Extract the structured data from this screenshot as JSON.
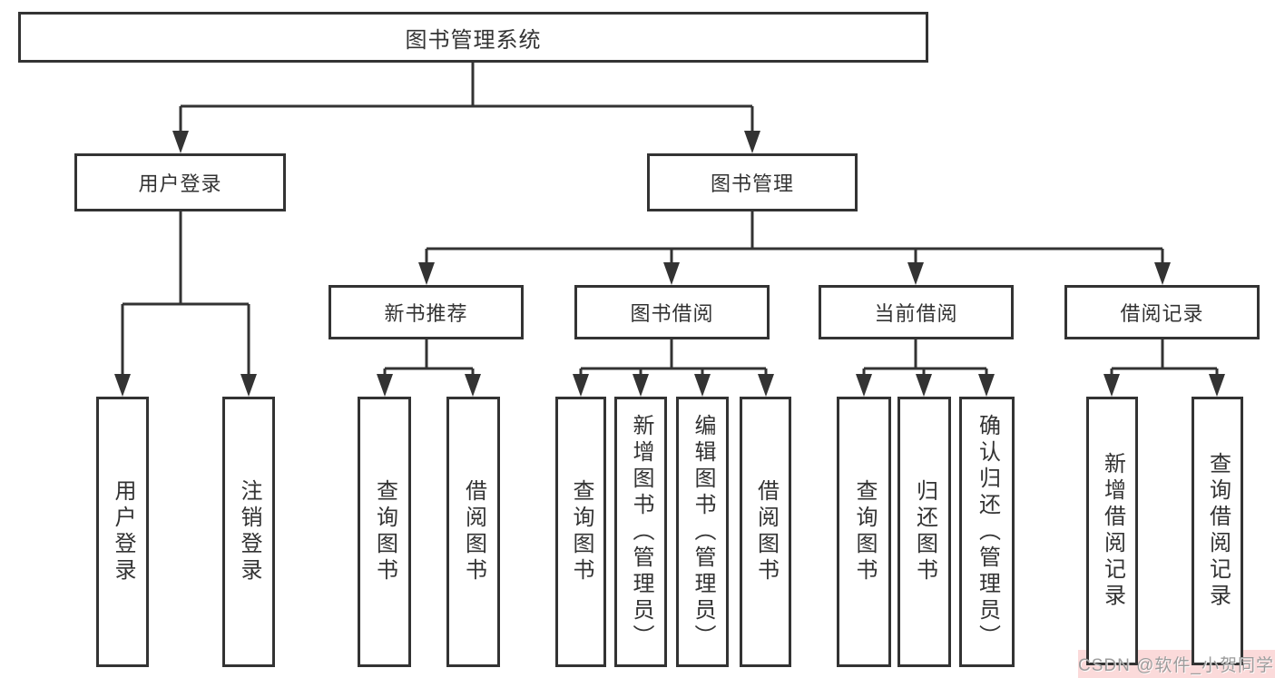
{
  "diagram": {
    "root": {
      "label": "图书管理系统"
    },
    "level1": [
      {
        "label": "用户登录"
      },
      {
        "label": "图书管理"
      }
    ],
    "level2": [
      {
        "label": "新书推荐"
      },
      {
        "label": "图书借阅"
      },
      {
        "label": "当前借阅"
      },
      {
        "label": "借阅记录"
      }
    ],
    "level3": {
      "user_login": [
        {
          "label": "用户登录"
        },
        {
          "label": "注销登录"
        }
      ],
      "new_book_recommend": [
        {
          "label": "查询图书"
        },
        {
          "label": "借阅图书"
        }
      ],
      "book_borrow": [
        {
          "label": "查询图书"
        },
        {
          "label": "新增图书（管理员）"
        },
        {
          "label": "编辑图书（管理员）"
        },
        {
          "label": "借阅图书"
        }
      ],
      "current_borrow": [
        {
          "label": "查询图书"
        },
        {
          "label": "归还图书"
        },
        {
          "label": "确认归还（管理员）"
        }
      ],
      "borrow_record": [
        {
          "label": "新增借阅记录"
        },
        {
          "label": "查询借阅记录"
        }
      ]
    }
  },
  "watermark": {
    "text": "CSDN @软件_小贺同学"
  },
  "colors": {
    "line": "#333333",
    "box_border": "#333333",
    "box_bg": "#ffffff",
    "text": "#333333",
    "watermark_bg": "#fbdada",
    "watermark_text": "#9c9c9c"
  }
}
